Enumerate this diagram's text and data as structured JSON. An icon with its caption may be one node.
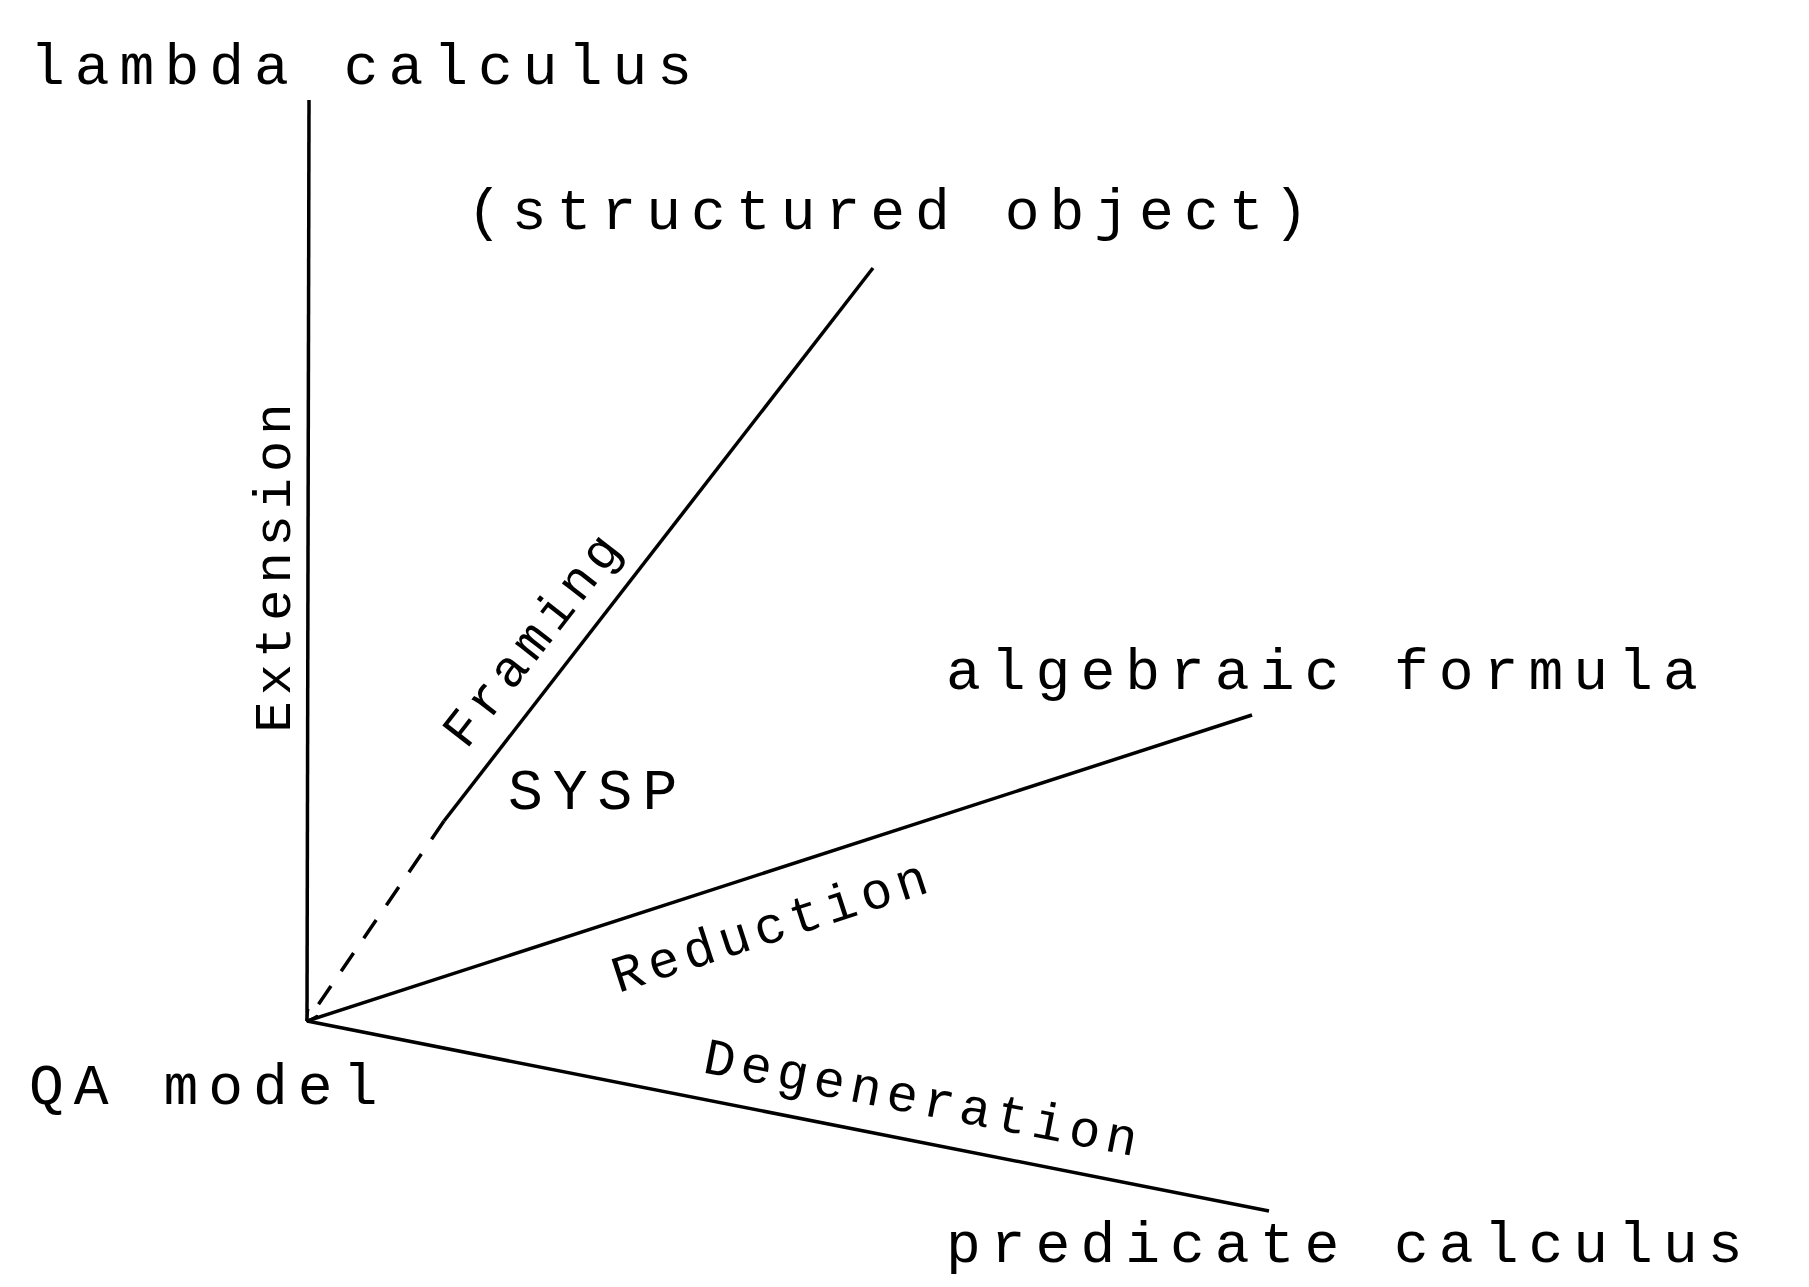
{
  "diagram": {
    "nodes": [
      {
        "text": [
          "lambda calculus"
        ]
      },
      {
        "text": [
          "(structured object)"
        ]
      },
      {
        "text": [
          "SYSP"
        ]
      },
      {
        "text": [
          "algebraic formula"
        ]
      },
      {
        "text": [
          "QA model"
        ]
      },
      {
        "text": [
          "predicate calculus"
        ]
      }
    ],
    "edges": [
      {
        "from": 4,
        "to": 0,
        "arrow": "none",
        "label": "Extension"
      },
      {
        "from": 1,
        "to": 2,
        "arrow": "none",
        "label": "Framing"
      },
      {
        "from": 2,
        "to": 4,
        "arrow": "to",
        "style": "dashed"
      },
      {
        "from": 4,
        "to": 3,
        "arrow": "none",
        "label": "Reduction"
      },
      {
        "from": 4,
        "to": 5,
        "arrow": "none",
        "label": "Degeneration"
      }
    ]
  }
}
